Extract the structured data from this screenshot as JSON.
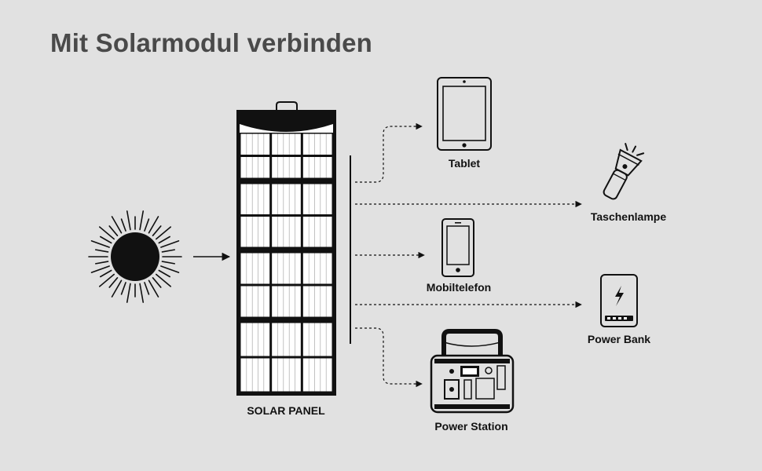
{
  "title": "Mit Solarmodul verbinden",
  "source": {
    "label": "SOLAR PANEL",
    "icon": "solar-panel-icon"
  },
  "sun": {
    "icon": "sun-icon"
  },
  "devices": [
    {
      "label": "Tablet",
      "icon": "tablet-icon"
    },
    {
      "label": "Taschenlampe",
      "icon": "flashlight-icon"
    },
    {
      "label": "Mobiltelefon",
      "icon": "smartphone-icon"
    },
    {
      "label": "Power Bank",
      "icon": "power-bank-icon"
    },
    {
      "label": "Power Station",
      "icon": "power-station-icon"
    }
  ],
  "colors": {
    "background": "#e1e1e1",
    "title": "#4a4a4a",
    "ink": "#111111"
  }
}
